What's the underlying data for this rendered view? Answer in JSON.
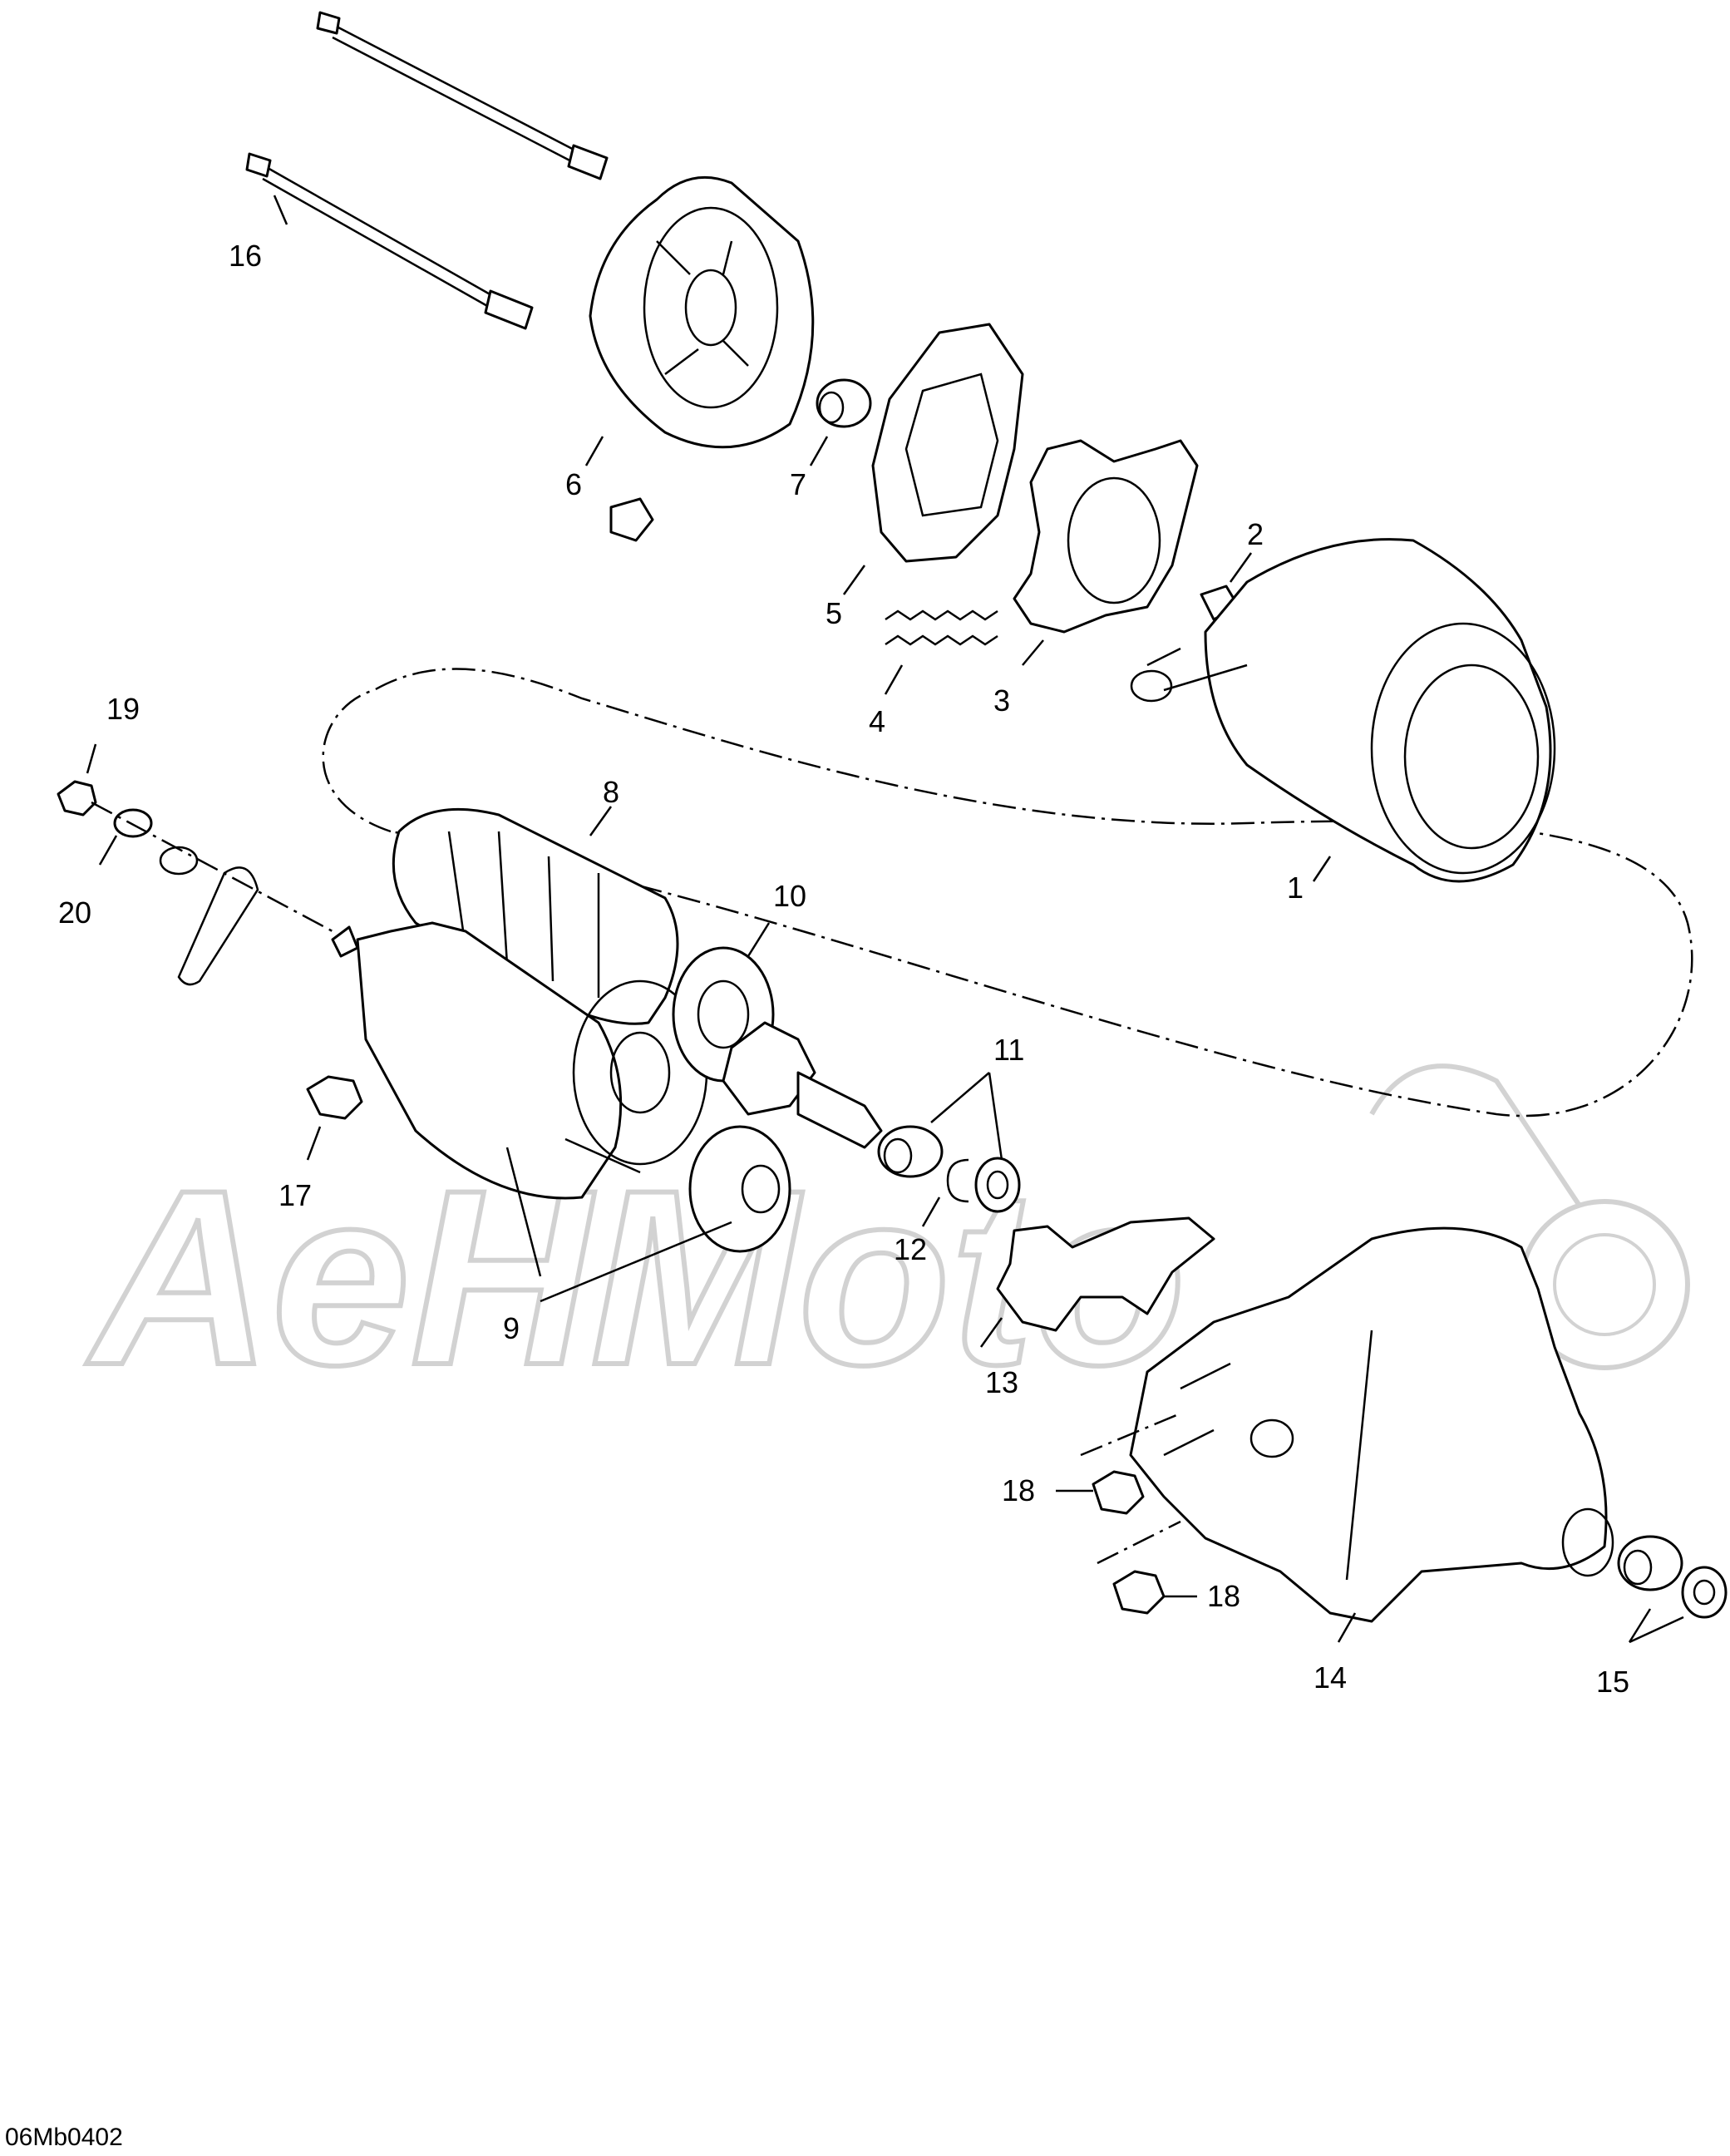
{
  "figure_code": "06Mb0402",
  "watermark": "AeHMoto",
  "callouts": [
    "1",
    "2",
    "3",
    "4",
    "5",
    "6",
    "7",
    "8",
    "9",
    "10",
    "11",
    "12",
    "13",
    "14",
    "15",
    "16",
    "17",
    "18",
    "18",
    "19",
    "20"
  ]
}
